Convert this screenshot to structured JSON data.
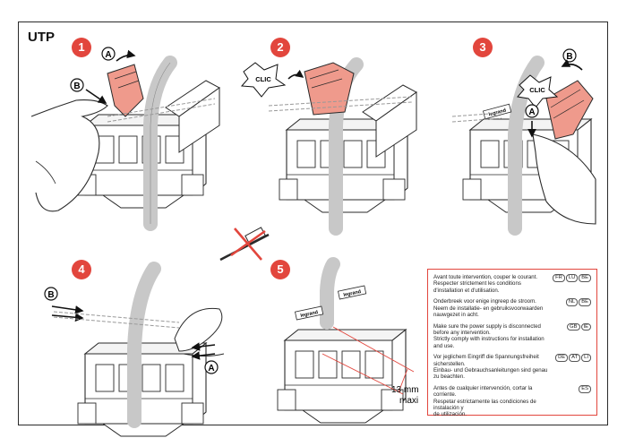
{
  "header": {
    "title": "UTP"
  },
  "steps": [
    "1",
    "2",
    "3",
    "4",
    "5"
  ],
  "callouts": {
    "a": "A",
    "b": "B",
    "clic": "CLIC"
  },
  "measure": {
    "value": "13 mm",
    "suffix": "maxi"
  },
  "brand_label": "legrand",
  "colors": {
    "accent": "#e2463d",
    "salmon": "#ef9a8c",
    "cable": "#c8c8c8",
    "line": "#2a2a2a"
  },
  "icons": [
    "hand-icon",
    "connector-icon",
    "cable-icon",
    "crossed-tool-icon",
    "arrow-icon"
  ],
  "warnings": [
    {
      "lines": [
        "Avant toute intervention, couper le courant.",
        "Respecter strictement les conditions",
        "d'installation et d'utilisation."
      ],
      "codes": [
        "FR",
        "LU",
        "BE"
      ]
    },
    {
      "lines": [
        "Onderbreek voor enige ingreep de stroom.",
        "Neem de installatie- en gebruiksvoorwaarden",
        "nauwgezet in acht."
      ],
      "codes": [
        "NL",
        "BE"
      ]
    },
    {
      "lines": [
        "Make sure the power supply is disconnected",
        "before any intervention.",
        "Strictly comply with instructions for installation and use."
      ],
      "codes": [
        "GB",
        "IE"
      ]
    },
    {
      "lines": [
        "Vor jeglichem Eingriff die Spannungsfreiheit",
        "sicherstellen.",
        "Einbau- und Gebrauchsanleitungen sind genau zu beachten."
      ],
      "codes": [
        "DE",
        "AT",
        "LI"
      ]
    },
    {
      "lines": [
        "Antes de cualquier intervención, cortar la corriente.",
        "Respetar estrictamente las condiciones de instalación y",
        "de utilización."
      ],
      "codes": [
        "ES"
      ]
    }
  ]
}
